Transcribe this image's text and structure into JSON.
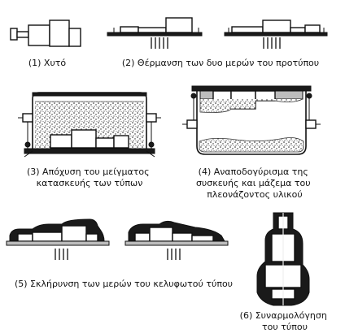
{
  "steps": [
    {
      "caption": [
        "(1) Χυτό"
      ]
    },
    {
      "caption": [
        "(2) Θέρμανση των δυο μερών του προτύπου"
      ]
    },
    {
      "caption": [
        "(3) Απόχυση του μείγματος",
        "κατασκευής των τύπων"
      ]
    },
    {
      "caption": [
        "(4) Αναποδογύρισμα της",
        "συσκευής και μάζεμα του",
        "πλεονάζοντος υλικού"
      ]
    },
    {
      "caption": [
        "(5) Σκλήρυνση των μερών του κελυφωτού τύπου"
      ]
    },
    {
      "caption": [
        "(6) Συναρμολόγηση",
        "του τύπου"
      ]
    }
  ]
}
